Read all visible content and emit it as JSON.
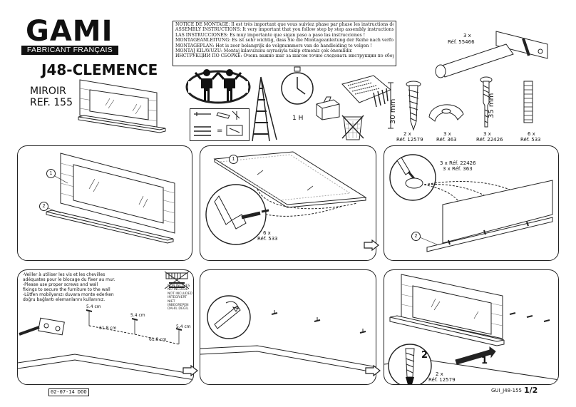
{
  "header": {
    "brand": "GAMI",
    "tagline": "FABRICANT FRANÇAIS",
    "model": "J48-CLEMENCE",
    "product_name": "MIROIR",
    "product_ref": "REF. 155"
  },
  "notice": [
    "NOTICE DE MONTAGE: Il est très important que vous suiviez phase par phase les instructions de montage !",
    "ASSEMBLY INSTRUCTIONS: It very important that you follow step by step assembly instructions !",
    "LAS INSTRUCCIONES: Es muy importante que sigan paso a paso las instrucciones !",
    "MONTAGEANLEITUNG: Es ist sehr wichtig, dass Sie die Montageanleitung der Reihe nach verfolgen !",
    "MONTAGEPLAN: Het is zeer belangrijk de volgnummers van de handleiding te volgen !",
    "MONTAJ KILAVUZU: Montaj kılavuzunu sıyrasıyla takip etmeniz çok önemlidir.",
    "ИНСТРУКЦИИ ПО СБОРКЕ: Очень важно шаг за шагом точно следовать инструкции по сборке!"
  ],
  "intro": {
    "time_label": "1 H"
  },
  "parts": [
    {
      "qty": "3 x",
      "ref": "Réf. 55466"
    },
    {
      "qty": "2 x",
      "ref": "Réf. 12579",
      "size": "30 mm"
    },
    {
      "qty": "3 x",
      "ref": "Réf. 363"
    },
    {
      "qty": "3 x",
      "ref": "Réf. 22426",
      "size": "35 mm"
    },
    {
      "qty": "6 x",
      "ref": "Réf. 533"
    }
  ],
  "panels": {
    "p1": {
      "callout1": "1",
      "callout2": "2"
    },
    "p2": {
      "callout1": "1",
      "qty": "6 x",
      "ref": "Réf. 533"
    },
    "p3": {
      "line1": "3 x Réf. 22426",
      "line2": "3 x Réf. 363",
      "callout2": "2"
    },
    "p4": {
      "warning": [
        "-Veiller à utiliser les vis et les chevilles",
        "  adéquates pour le blocage du fixer au mur.",
        "-Please use proper screws and wall",
        "  fixings to secure the furniture to the wall",
        "-Lütfen mobilyanızı duvara monte ederken",
        "  doğru bağlantı elemanlarını kullanınız."
      ],
      "no_hardware": [
        "NON INCLUES",
        "NO INCLUDE",
        "NOT INCLUDED",
        "INTEGRIERT",
        "NIET INBEGREPEN",
        "DAHİL DEĞİL"
      ],
      "dim_height": "5.4 cm",
      "dim_width": "61.8 cm"
    },
    "p6": {
      "step1": "1",
      "step2": "2",
      "qty": "2 x",
      "ref": "Réf. 12579"
    }
  },
  "footer": {
    "date": "02-07-14 DOO",
    "doc_ref": "GUI_J48-155",
    "page": "1/2"
  }
}
